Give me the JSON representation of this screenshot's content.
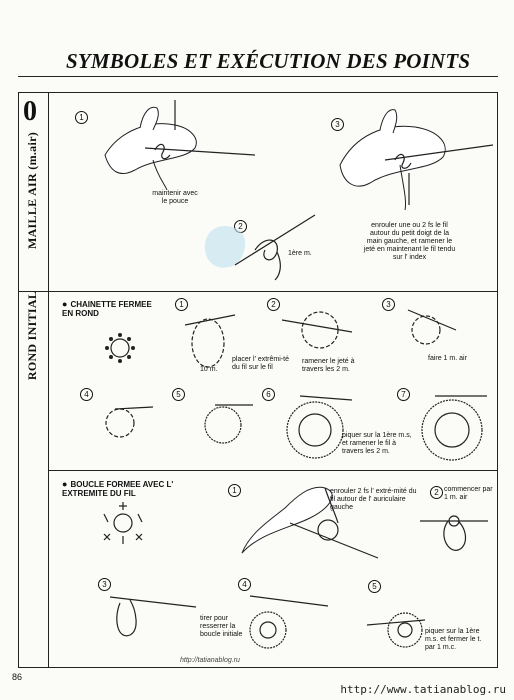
{
  "page": {
    "title": "SYMBOLES ET EXÉCUTION DES POINTS",
    "page_number": "86",
    "source_url": "http://tatianablog.ru",
    "watermark": "http://www.tatianablog.ru"
  },
  "sections": {
    "maille_air": {
      "label": "MAILLE AIR (m.air)",
      "symbol": "0",
      "steps": [
        {
          "number": "1",
          "caption": "maintenir avec le pouce"
        },
        {
          "number": "2",
          "caption": "1ère m."
        },
        {
          "number": "3",
          "caption": "enrouler une ou 2 fs le fil autour du petit doigt de la main gauche, et ramener le jeté en maintenant le fil tendu sur l' index"
        }
      ]
    },
    "rond_initial": {
      "label": "ROND INITIAL",
      "chainette": {
        "heading": "CHAINETTE FERMEE EN ROND",
        "steps": [
          {
            "number": "1",
            "caption": "placer l' extrêmi-té du fil sur le fil",
            "extra": "10 m."
          },
          {
            "number": "2",
            "caption": "ramener le jeté à travers les 2 m."
          },
          {
            "number": "3",
            "caption": "faire 1 m. air"
          },
          {
            "number": "4",
            "caption": ""
          },
          {
            "number": "5",
            "caption": ""
          },
          {
            "number": "6",
            "caption": "piquer sur la 1ère m.s, et ramener le fil à travers les 2 m."
          },
          {
            "number": "7",
            "caption": ""
          }
        ]
      },
      "boucle": {
        "heading": "BOUCLE FORMEE AVEC L' EXTREMITE DU FIL",
        "steps": [
          {
            "number": "1",
            "caption": "enrouler 2 fs l' extré-mité du fil autour de l' auriculaire gauche"
          },
          {
            "number": "2",
            "caption": "commencer par 1 m. air"
          },
          {
            "number": "3",
            "caption": ""
          },
          {
            "number": "4",
            "caption": "tirer pour resserrer la boucle initiale"
          },
          {
            "number": "5",
            "caption": "piquer sur la 1ère m.s. et fermer le t. par 1 m.c."
          }
        ]
      }
    }
  }
}
